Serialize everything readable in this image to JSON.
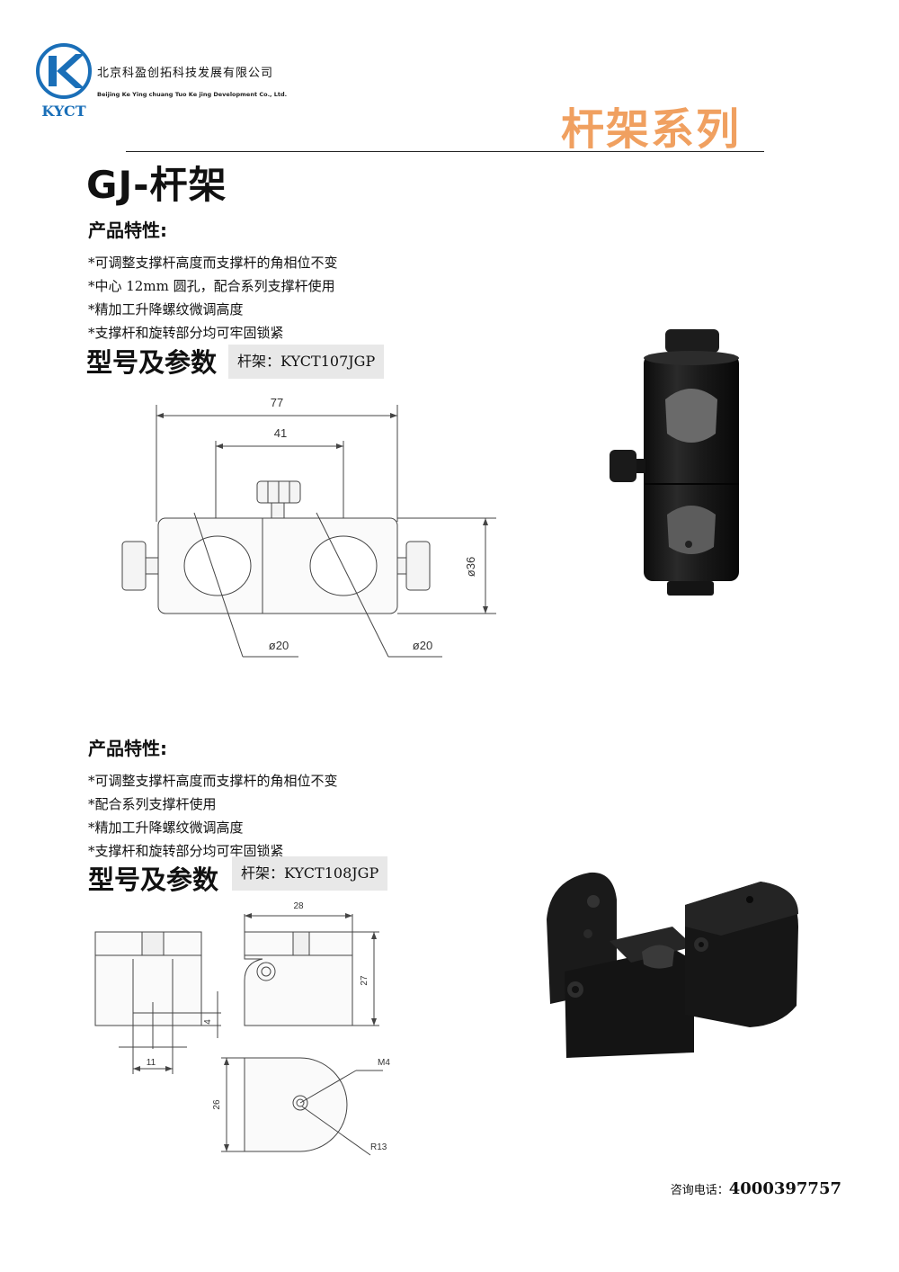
{
  "header": {
    "logo_text": "KYCT",
    "company_cn": "北京科盈创拓科技发展有限公司",
    "company_en": "Beijing Ke Ying chuang Tuo Ke jing Development Co., Ltd.",
    "series_title": "杆架系列"
  },
  "page_title": "GJ-杆架",
  "products": [
    {
      "features_heading": "产品特性:",
      "features": [
        "*可调整支撑杆高度而支撑杆的角相位不变",
        "*中心 12mm 圆孔，配合系列支撑杆使用",
        "*精加工升降螺纹微调高度",
        "*支撑杆和旋转部分均可牢固锁紧"
      ],
      "model_heading": "型号及参数",
      "model_label": "杆架：KYCT107JGP",
      "dims": {
        "overall": "77",
        "spacing": "41",
        "height": "ø36",
        "hole1": "ø20",
        "hole2": "ø20"
      }
    },
    {
      "features_heading": "产品特性:",
      "features": [
        "*可调整支撑杆高度而支撑杆的角相位不变",
        "*配合系列支撑杆使用",
        "*精加工升降螺纹微调高度",
        "*支撑杆和旋转部分均可牢固锁紧"
      ],
      "model_heading": "型号及参数",
      "model_label": "杆架：KYCT108JGP",
      "dims": {
        "width": "28",
        "height": "27",
        "slot": "4",
        "offset": "11",
        "depth": "26",
        "thread": "M4",
        "radius": "R13"
      }
    }
  ],
  "footer": {
    "phone_label": "咨询电话：",
    "phone_number": "4000397757"
  }
}
